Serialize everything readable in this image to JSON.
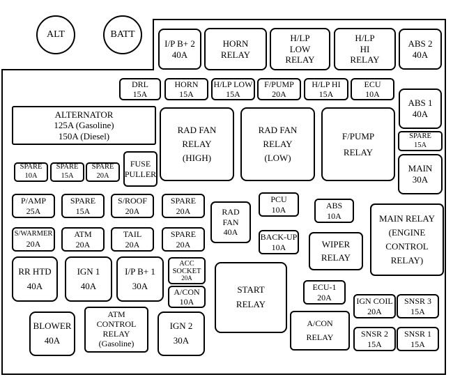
{
  "terminals": {
    "alt": "ALT",
    "batt": "BATT"
  },
  "fuses": {
    "ip_b2": [
      "I/P B+ 2",
      "40A"
    ],
    "horn_relay": [
      "HORN",
      "RELAY"
    ],
    "hlp_low_relay": [
      "H/LP",
      "LOW",
      "RELAY"
    ],
    "hlp_hi_relay": [
      "H/LP",
      "HI",
      "RELAY"
    ],
    "abs2": [
      "ABS 2",
      "40A"
    ],
    "drl": [
      "DRL",
      "15A"
    ],
    "horn": [
      "HORN",
      "15A"
    ],
    "hlp_low": [
      "H/LP LOW",
      "15A"
    ],
    "fpump": [
      "F/PUMP",
      "20A"
    ],
    "hlp_hi": [
      "H/LP HI",
      "15A"
    ],
    "ecu": [
      "ECU",
      "10A"
    ],
    "abs1": [
      "ABS 1",
      "40A"
    ],
    "alternator": [
      "ALTERNATOR",
      "125A (Gasoline)",
      "150A (Diesel)"
    ],
    "rad_fan_high": [
      "RAD FAN",
      "RELAY",
      "(HIGH)"
    ],
    "rad_fan_low": [
      "RAD FAN",
      "RELAY",
      "(LOW)"
    ],
    "fpump_relay": [
      "F/PUMP",
      "RELAY"
    ],
    "spare_right": [
      "SPARE",
      "15A"
    ],
    "main": [
      "MAIN",
      "30A"
    ],
    "spare_a": [
      "SPARE",
      "10A"
    ],
    "spare_b": [
      "SPARE",
      "15A"
    ],
    "spare_c": [
      "SPARE",
      "20A"
    ],
    "fuse_puller": [
      "FUSE",
      "PULLER"
    ],
    "pamp": [
      "P/AMP",
      "25A"
    ],
    "spare_d": [
      "SPARE",
      "15A"
    ],
    "sroof": [
      "S/ROOF",
      "20A"
    ],
    "spare_e": [
      "SPARE",
      "20A"
    ],
    "rad_fan": [
      "RAD",
      "FAN",
      "40A"
    ],
    "pcu": [
      "PCU",
      "10A"
    ],
    "abs": [
      "ABS",
      "10A"
    ],
    "main_relay": [
      "MAIN RELAY",
      "(ENGINE",
      "CONTROL",
      "RELAY)"
    ],
    "swarmer": [
      "S/WARMER",
      "20A"
    ],
    "atm": [
      "ATM",
      "20A"
    ],
    "tail": [
      "TAIL",
      "20A"
    ],
    "spare_f": [
      "SPARE",
      "20A"
    ],
    "backup": [
      "BACK-UP",
      "10A"
    ],
    "wiper_relay": [
      "WIPER",
      "RELAY"
    ],
    "rr_htd": [
      "RR HTD",
      "40A"
    ],
    "ign1": [
      "IGN 1",
      "40A"
    ],
    "ip_b1": [
      "I/P B+ 1",
      "30A"
    ],
    "acc_socket": [
      "ACC",
      "SOCKET",
      "20A"
    ],
    "acon": [
      "A/CON",
      "10A"
    ],
    "start_relay": [
      "START",
      "RELAY"
    ],
    "ecu1": [
      "ECU-1",
      "20A"
    ],
    "ign_coil": [
      "IGN COIL",
      "20A"
    ],
    "snsr3": [
      "SNSR 3",
      "15A"
    ],
    "blower": [
      "BLOWER",
      "40A"
    ],
    "atm_control_relay": [
      "ATM",
      "CONTROL",
      "RELAY",
      "(Gasoline)"
    ],
    "ign2": [
      "IGN 2",
      "30A"
    ],
    "acon_relay": [
      "A/CON",
      "RELAY"
    ],
    "snsr2": [
      "SNSR 2",
      "15A"
    ],
    "snsr1": [
      "SNSR 1",
      "15A"
    ]
  }
}
